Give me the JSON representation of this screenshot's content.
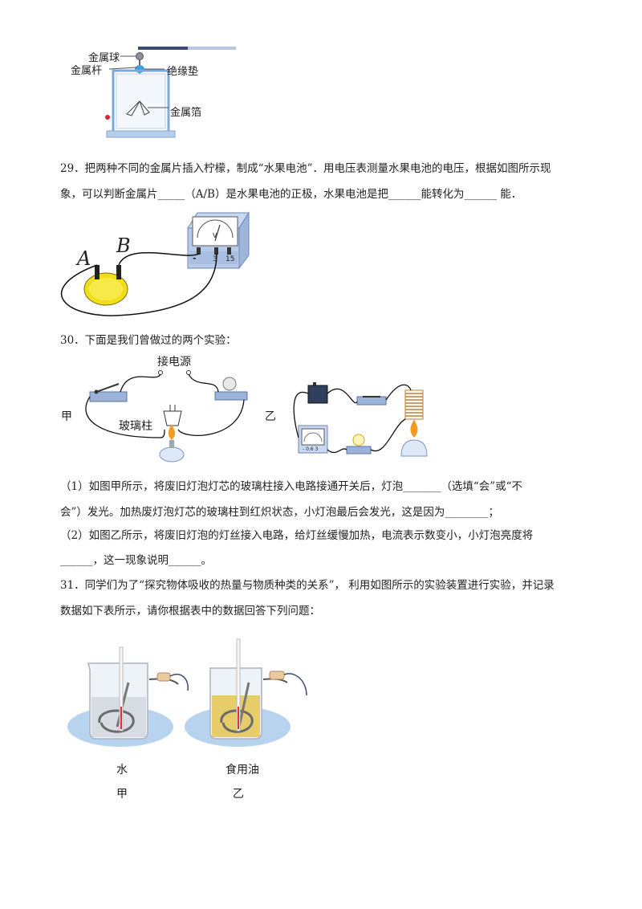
{
  "q28_figure": {
    "label_ball": "金属球",
    "label_rod": "金属杆",
    "label_insulator": "绝缘垫",
    "label_foil": "金属箔"
  },
  "q29": {
    "line1": "29．把两种不同的金属片插入柠檬，制成“水果电池”．用电压表测量水果电池的电压，根据如图所示现",
    "line2": "象，可以判断金属片_____（A/B）是水果电池的正极，水果电池是把______能转化为______ 能．",
    "label_a": "A",
    "label_b": "B",
    "meter_v": "V",
    "meter_minus": "-",
    "meter_3": "3",
    "meter_15": "15"
  },
  "q30": {
    "intro": "30．下面是我们曾做过的两个实验：",
    "power_label": "接电源",
    "glass_label": "玻璃柱",
    "label_jia": "甲",
    "label_yi": "乙",
    "ammeter_label": "- 0.6 3",
    "p1_line1": "（1）如图甲所示，将废旧灯泡灯芯的玻璃柱接入电路接通开关后，灯泡_______（选填“会”或“不",
    "p1_line2": "会”）发光。加热废灯泡灯芯的玻璃柱到红炽状态，小灯泡最后会发光，这是因为________；",
    "p2_line1": "（2）如图乙所示，将废旧灯泡的灯丝接入电路，给灯丝缓慢加热，电流表示数变小，小灯泡亮度将",
    "p2_line2": "______，这一现象说明______。"
  },
  "q31": {
    "line1": "31．同学们为了“探究物体吸收的热量与物质种类的关系”， 利用如图所示的实验装置进行实验，并记录",
    "line2": "数据如下表所示，请你根据表中的数据回答下列问题：",
    "water": "水",
    "oil": "食用油",
    "jia": "甲",
    "yi": "乙"
  }
}
